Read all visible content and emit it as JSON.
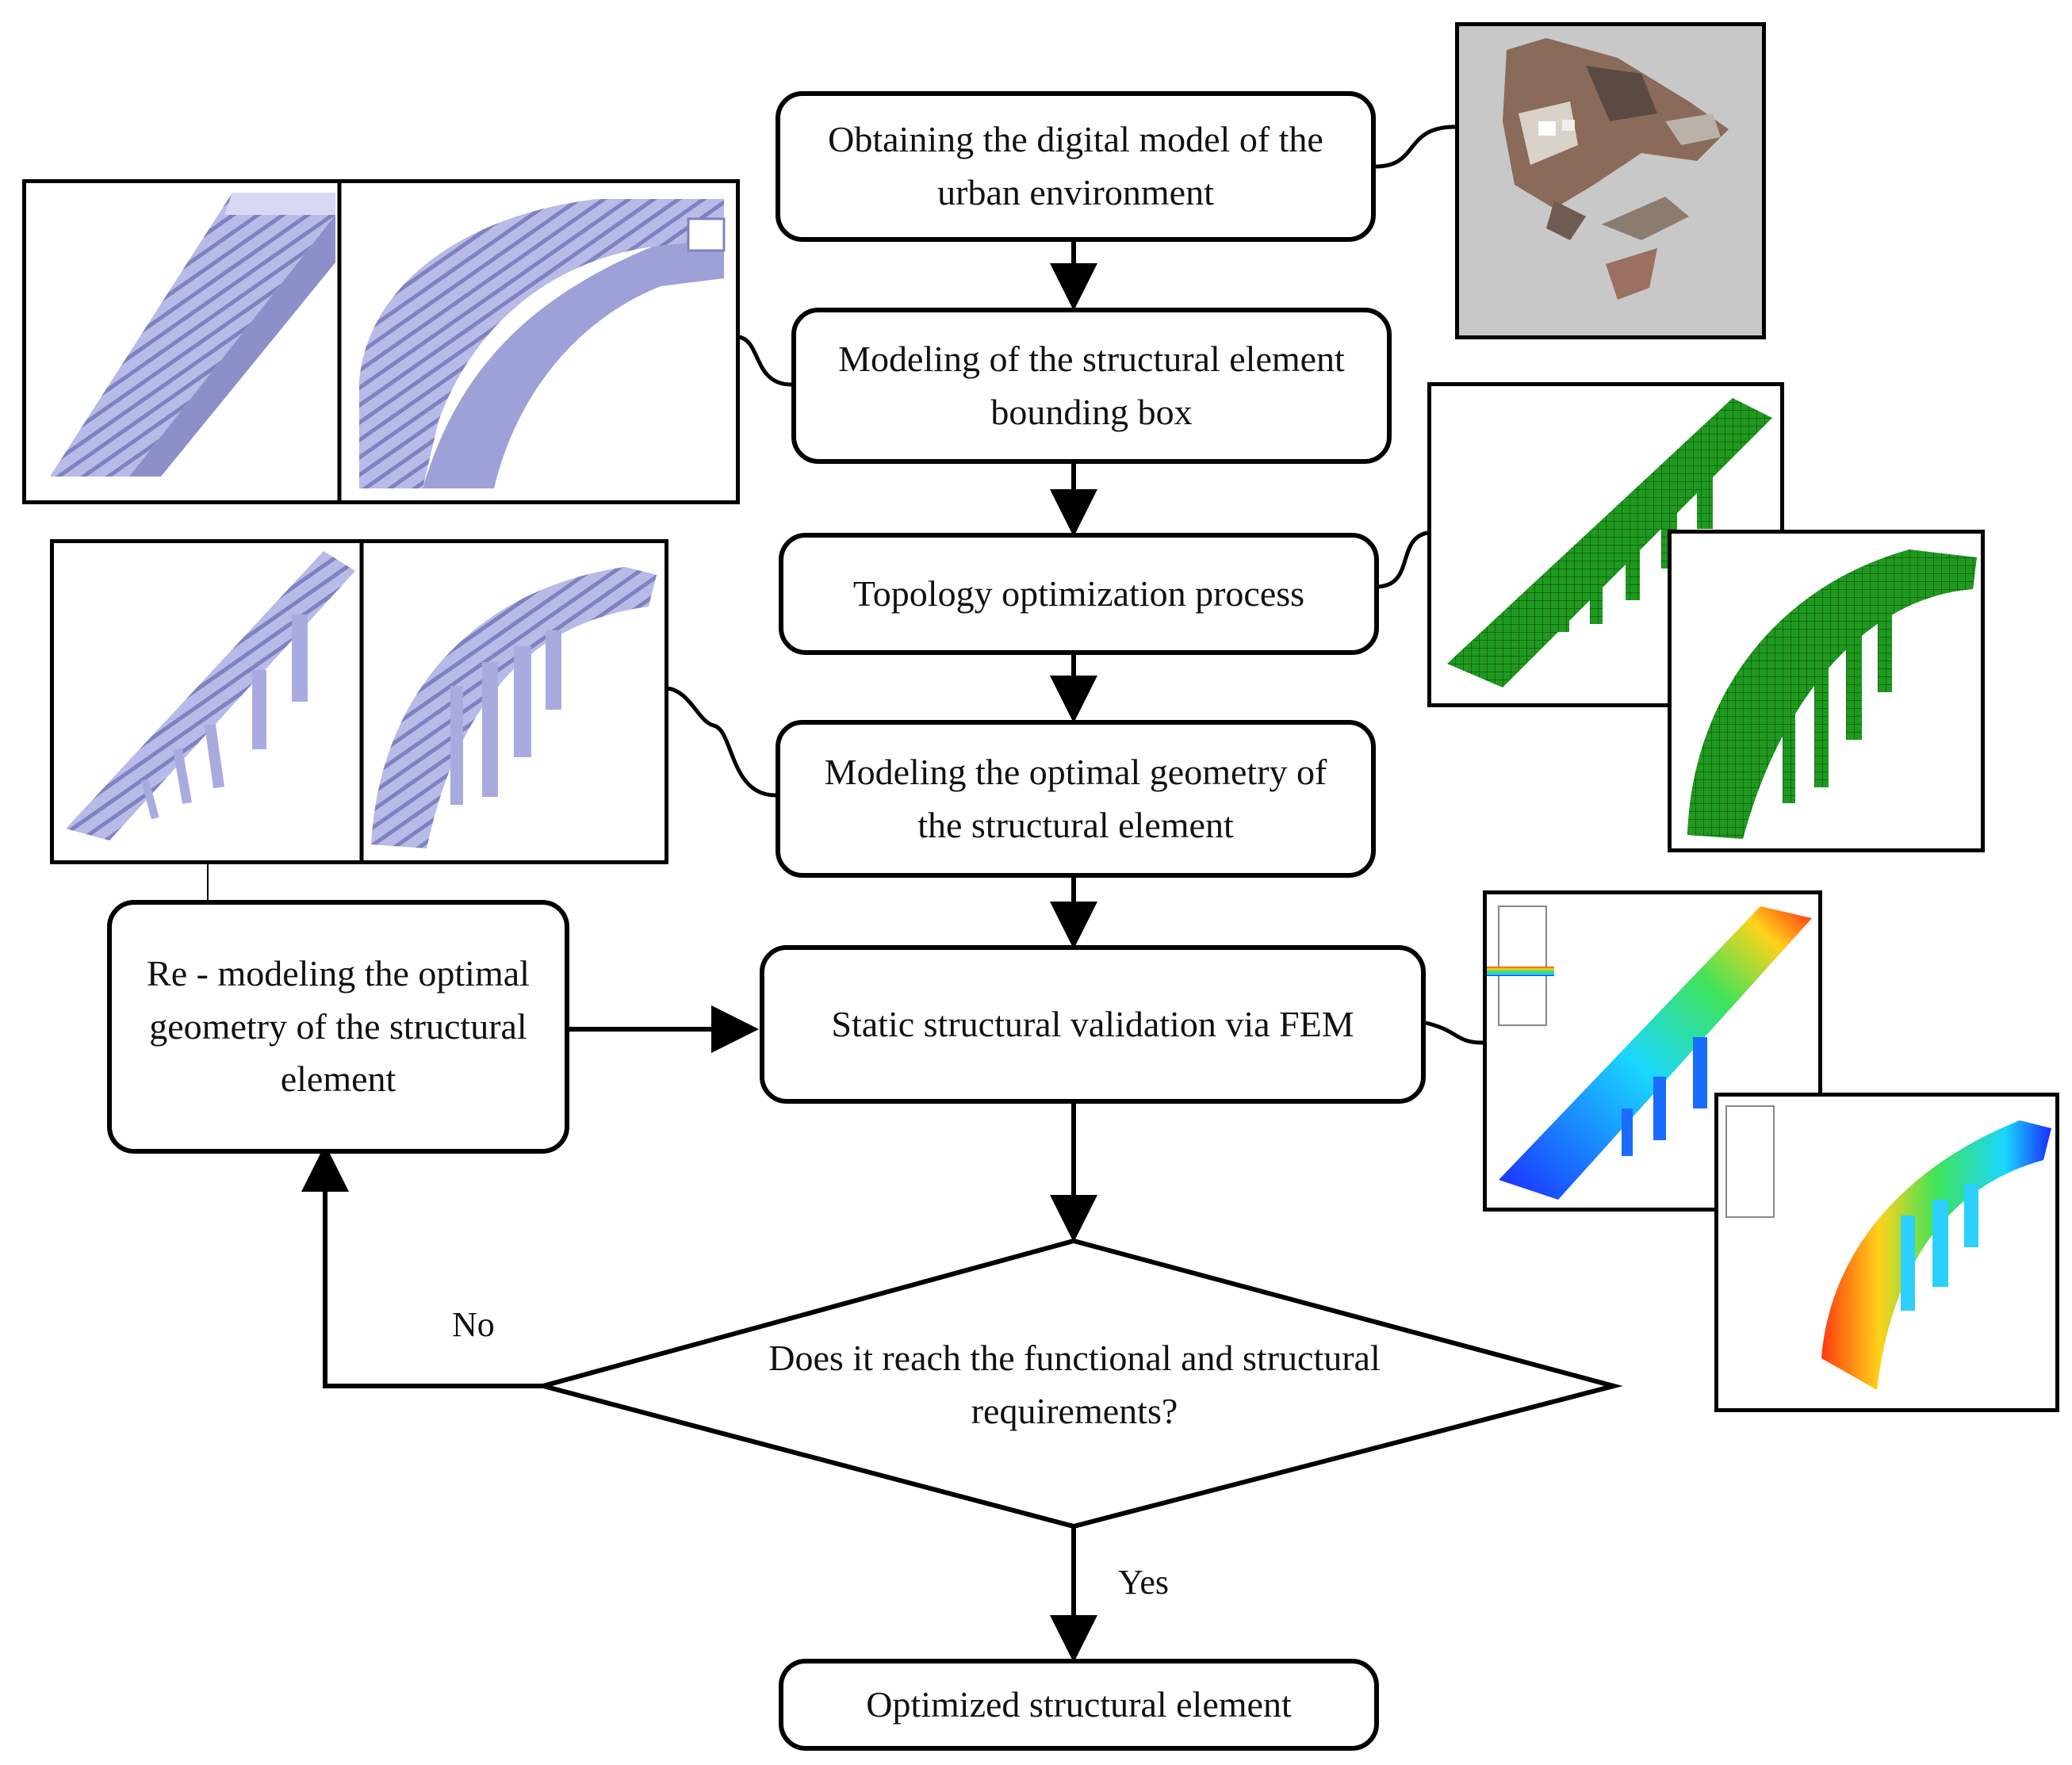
{
  "steps": {
    "obtain": "Obtaining the digital model of the urban environment",
    "bounding": "Modeling of the structural element bounding box",
    "topology": "Topology optimization process",
    "optimal": "Modeling the optimal geometry of the structural element",
    "static": "Static structural validation via FEM",
    "remodel": "Re - modeling the optimal geometry of the structural element",
    "final": "Optimized structural element"
  },
  "decision": {
    "question": "Does it reach the functional and structural requirements?",
    "no_label": "No",
    "yes_label": "Yes"
  },
  "colors": {
    "stair_solid": "#b4b6e6",
    "stair_shadow": "#8c8fc8",
    "mesh_green": "#1f9a1f",
    "scan_bg": "#c8c8c8",
    "heat_low": "#1a2bff",
    "heat_mid": "#2ee05a",
    "heat_high": "#ff2a10"
  }
}
